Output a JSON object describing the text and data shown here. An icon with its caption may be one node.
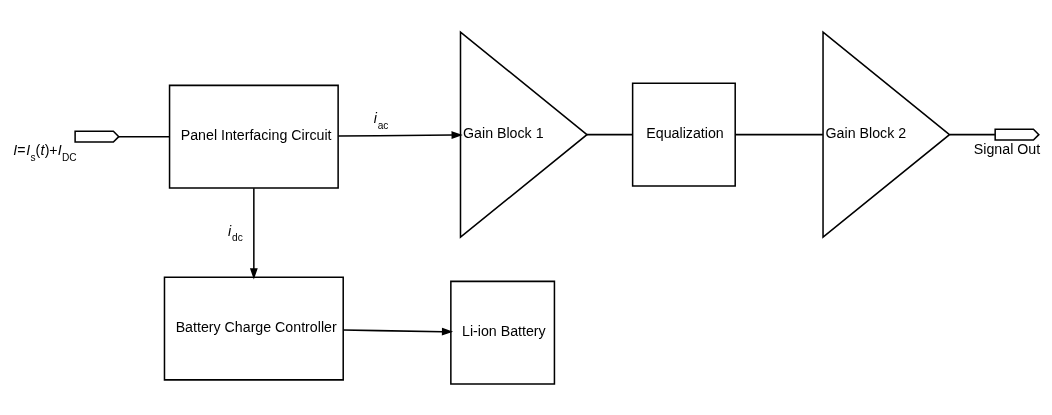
{
  "diagram": {
    "nodes": [
      {
        "text": [],
        "shape": "arrow",
        "beside": [
          "*I*=*I*$_{s}$(*t*)+*I*$_{DC}$"
        ]
      },
      {
        "text": [
          "Panel Interfacing Circuit"
        ]
      },
      {
        "text": [
          "Gain Block 1"
        ]
      },
      {
        "text": [
          "Equalization"
        ]
      },
      {
        "text": [
          "Gain Block 2"
        ]
      },
      {
        "text": [],
        "shape": "arrow",
        "beside": [
          "Signal Out"
        ]
      },
      {
        "text": [
          "Battery Charge Controller"
        ]
      },
      {
        "text": [
          "Li-ion Battery"
        ]
      }
    ],
    "edges": [
      {
        "from": 0,
        "to": 1,
        "arrow": "none"
      },
      {
        "from": 1,
        "to": 2,
        "arrow": "to",
        "label": "*i*$_{ac}$"
      },
      {
        "from": 2,
        "to": 3,
        "arrow": "none"
      },
      {
        "from": 3,
        "to": 4,
        "arrow": "none"
      },
      {
        "from": 4,
        "to": 5,
        "arrow": "none"
      },
      {
        "from": 1,
        "to": 6,
        "arrow": "to",
        "label": "*i*$_{dc}$"
      },
      {
        "from": 6,
        "to": 7,
        "arrow": "to"
      }
    ]
  }
}
